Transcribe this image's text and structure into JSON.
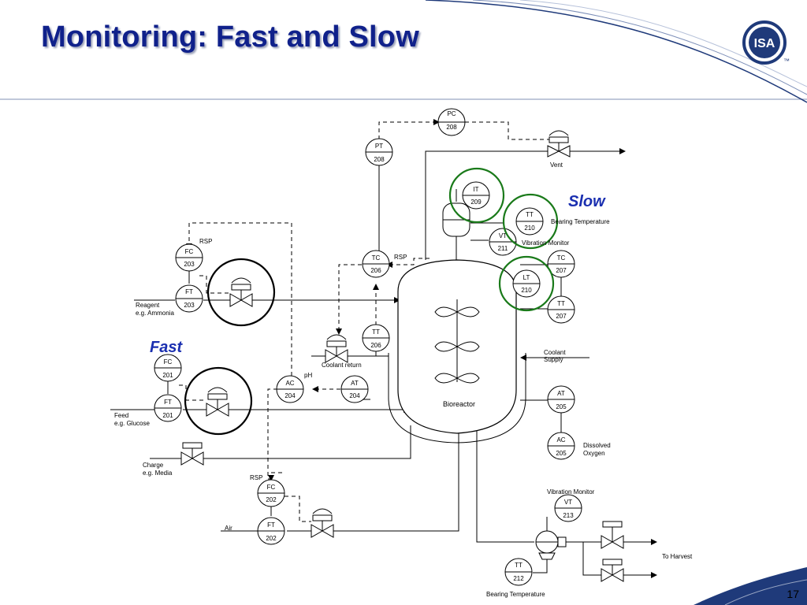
{
  "slide": {
    "title": "Monitoring:  Fast and Slow",
    "number": "17",
    "logo_text": "ISA"
  },
  "callouts": {
    "fast": "Fast",
    "slow": "Slow"
  },
  "instruments": {
    "pc208": [
      "PC",
      "208"
    ],
    "pt208": [
      "PT",
      "208"
    ],
    "it209": [
      "IT",
      "209"
    ],
    "tt210": [
      "TT",
      "210"
    ],
    "vt211": [
      "VT",
      "211"
    ],
    "lt210": [
      "LT",
      "210"
    ],
    "tc207": [
      "TC",
      "207"
    ],
    "tt207": [
      "TT",
      "207"
    ],
    "tc206": [
      "TC",
      "206"
    ],
    "tt206": [
      "TT",
      "206"
    ],
    "fc203": [
      "FC",
      "203"
    ],
    "ft203": [
      "FT",
      "203"
    ],
    "fc201": [
      "FC",
      "201"
    ],
    "ft201": [
      "FT",
      "201"
    ],
    "ac204": [
      "AC",
      "204"
    ],
    "at204": [
      "AT",
      "204"
    ],
    "at205": [
      "AT",
      "205"
    ],
    "ac205": [
      "AC",
      "205"
    ],
    "fc202": [
      "FC",
      "202"
    ],
    "ft202": [
      "FT",
      "202"
    ],
    "vt213": [
      "VT",
      "213"
    ],
    "tt212": [
      "TT",
      "212"
    ]
  },
  "labels": {
    "vent": "Vent",
    "bearing_temp_top": "Bearing Temperature",
    "vibration_monitor_top": "Vibration Monitor",
    "rsp_tc": "RSP",
    "rsp_fc203": "RSP",
    "rsp_fc202": "RSP",
    "reagent": "Reagent",
    "reagent_eg": "e.g. Ammonia",
    "coolant_return": "Coolant return",
    "coolant_supply_1": "Coolant",
    "coolant_supply_2": "Supply",
    "ph": "pH",
    "bioreactor": "Bioreactor",
    "feed": "Feed",
    "feed_eg": "e.g. Glucose",
    "charge": "Charge",
    "charge_eg": "e.g. Media",
    "dissolved_1": "Dissolved",
    "dissolved_2": "Oxygen",
    "air": "Air",
    "vibration_monitor_bottom": "Vibration Monitor",
    "to_harvest": "To Harvest",
    "bearing_temp_bottom": "Bearing Temperature"
  },
  "colors": {
    "title": "#10218b",
    "slow_circle": "#1a7a1a",
    "fast_circle": "#000000",
    "accent": "#1a2fb0"
  }
}
